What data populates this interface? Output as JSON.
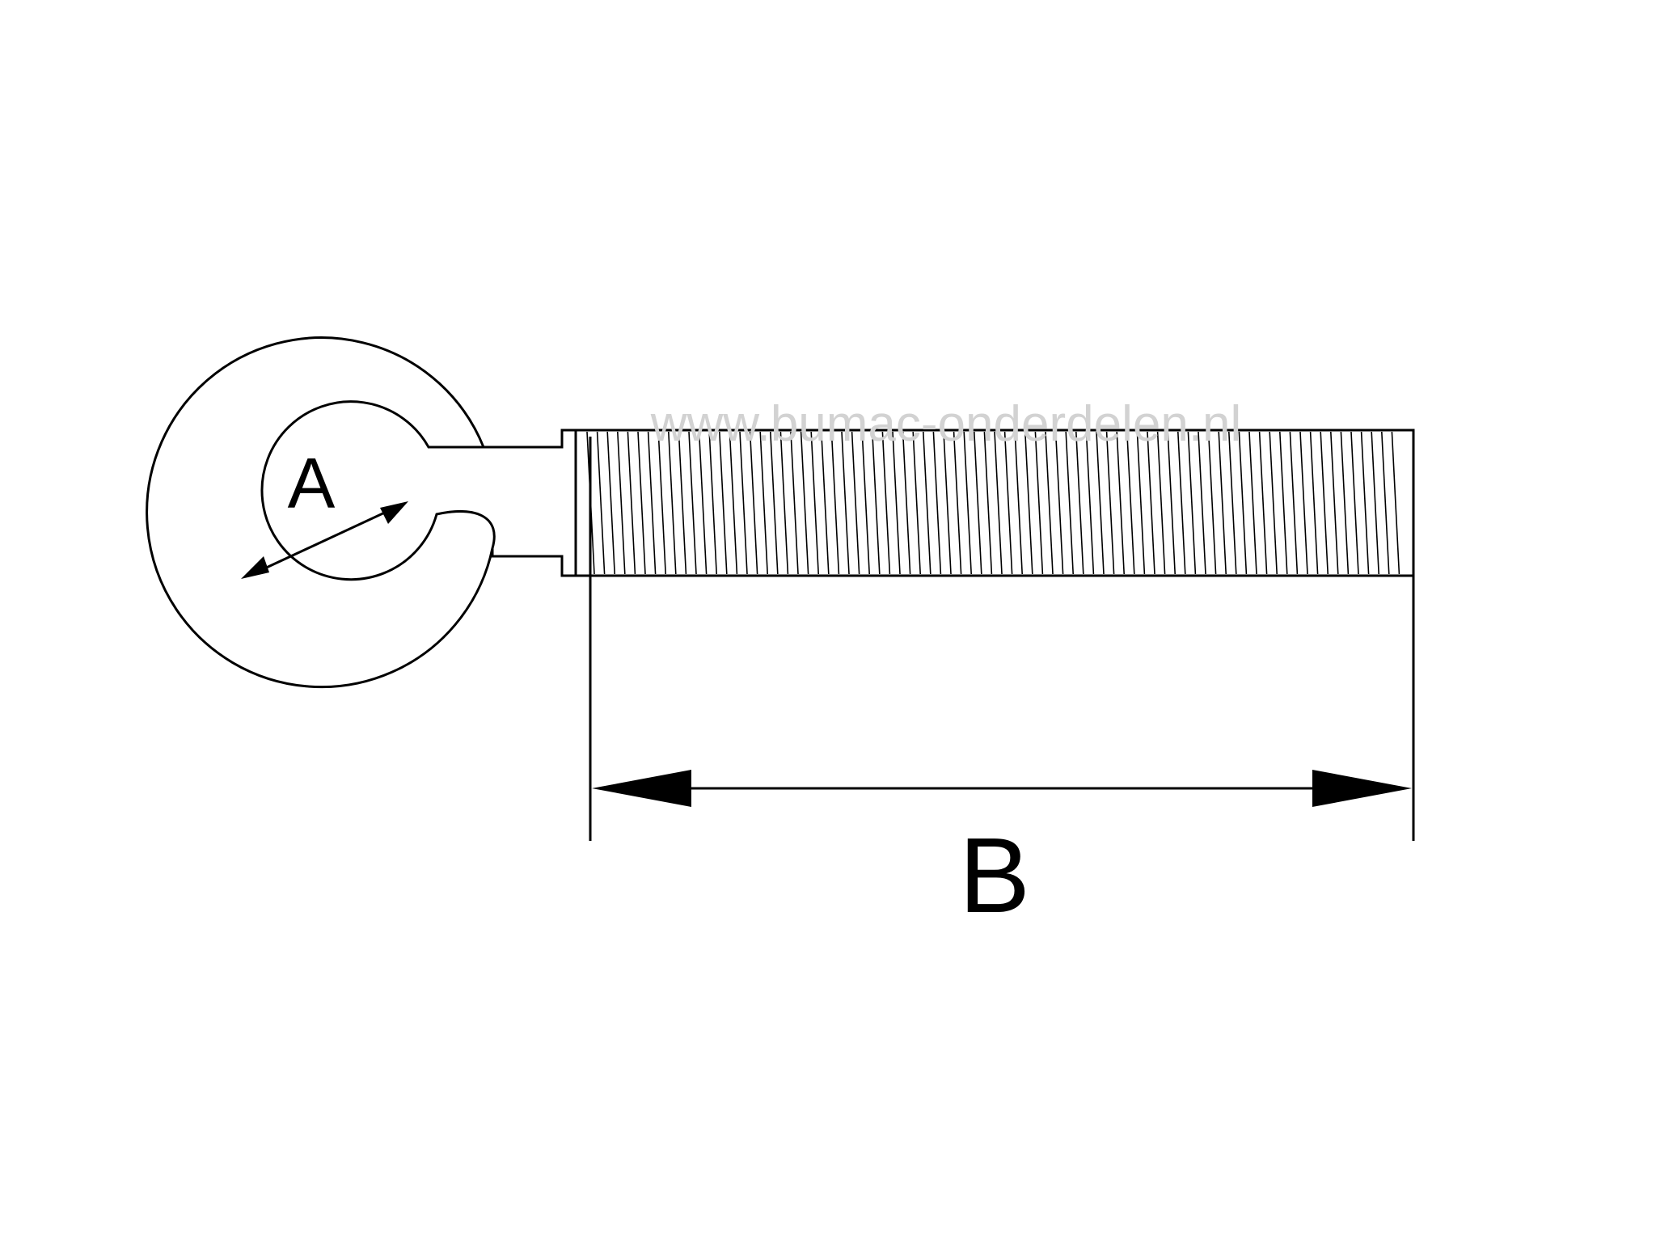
{
  "labels": {
    "inner_diameter": "A",
    "thread_length": "B"
  },
  "watermark": "www.bumac-onderdelen.nl",
  "colors": {
    "line": "#000000",
    "watermark": "#d2d2d2",
    "background": "#ffffff"
  }
}
